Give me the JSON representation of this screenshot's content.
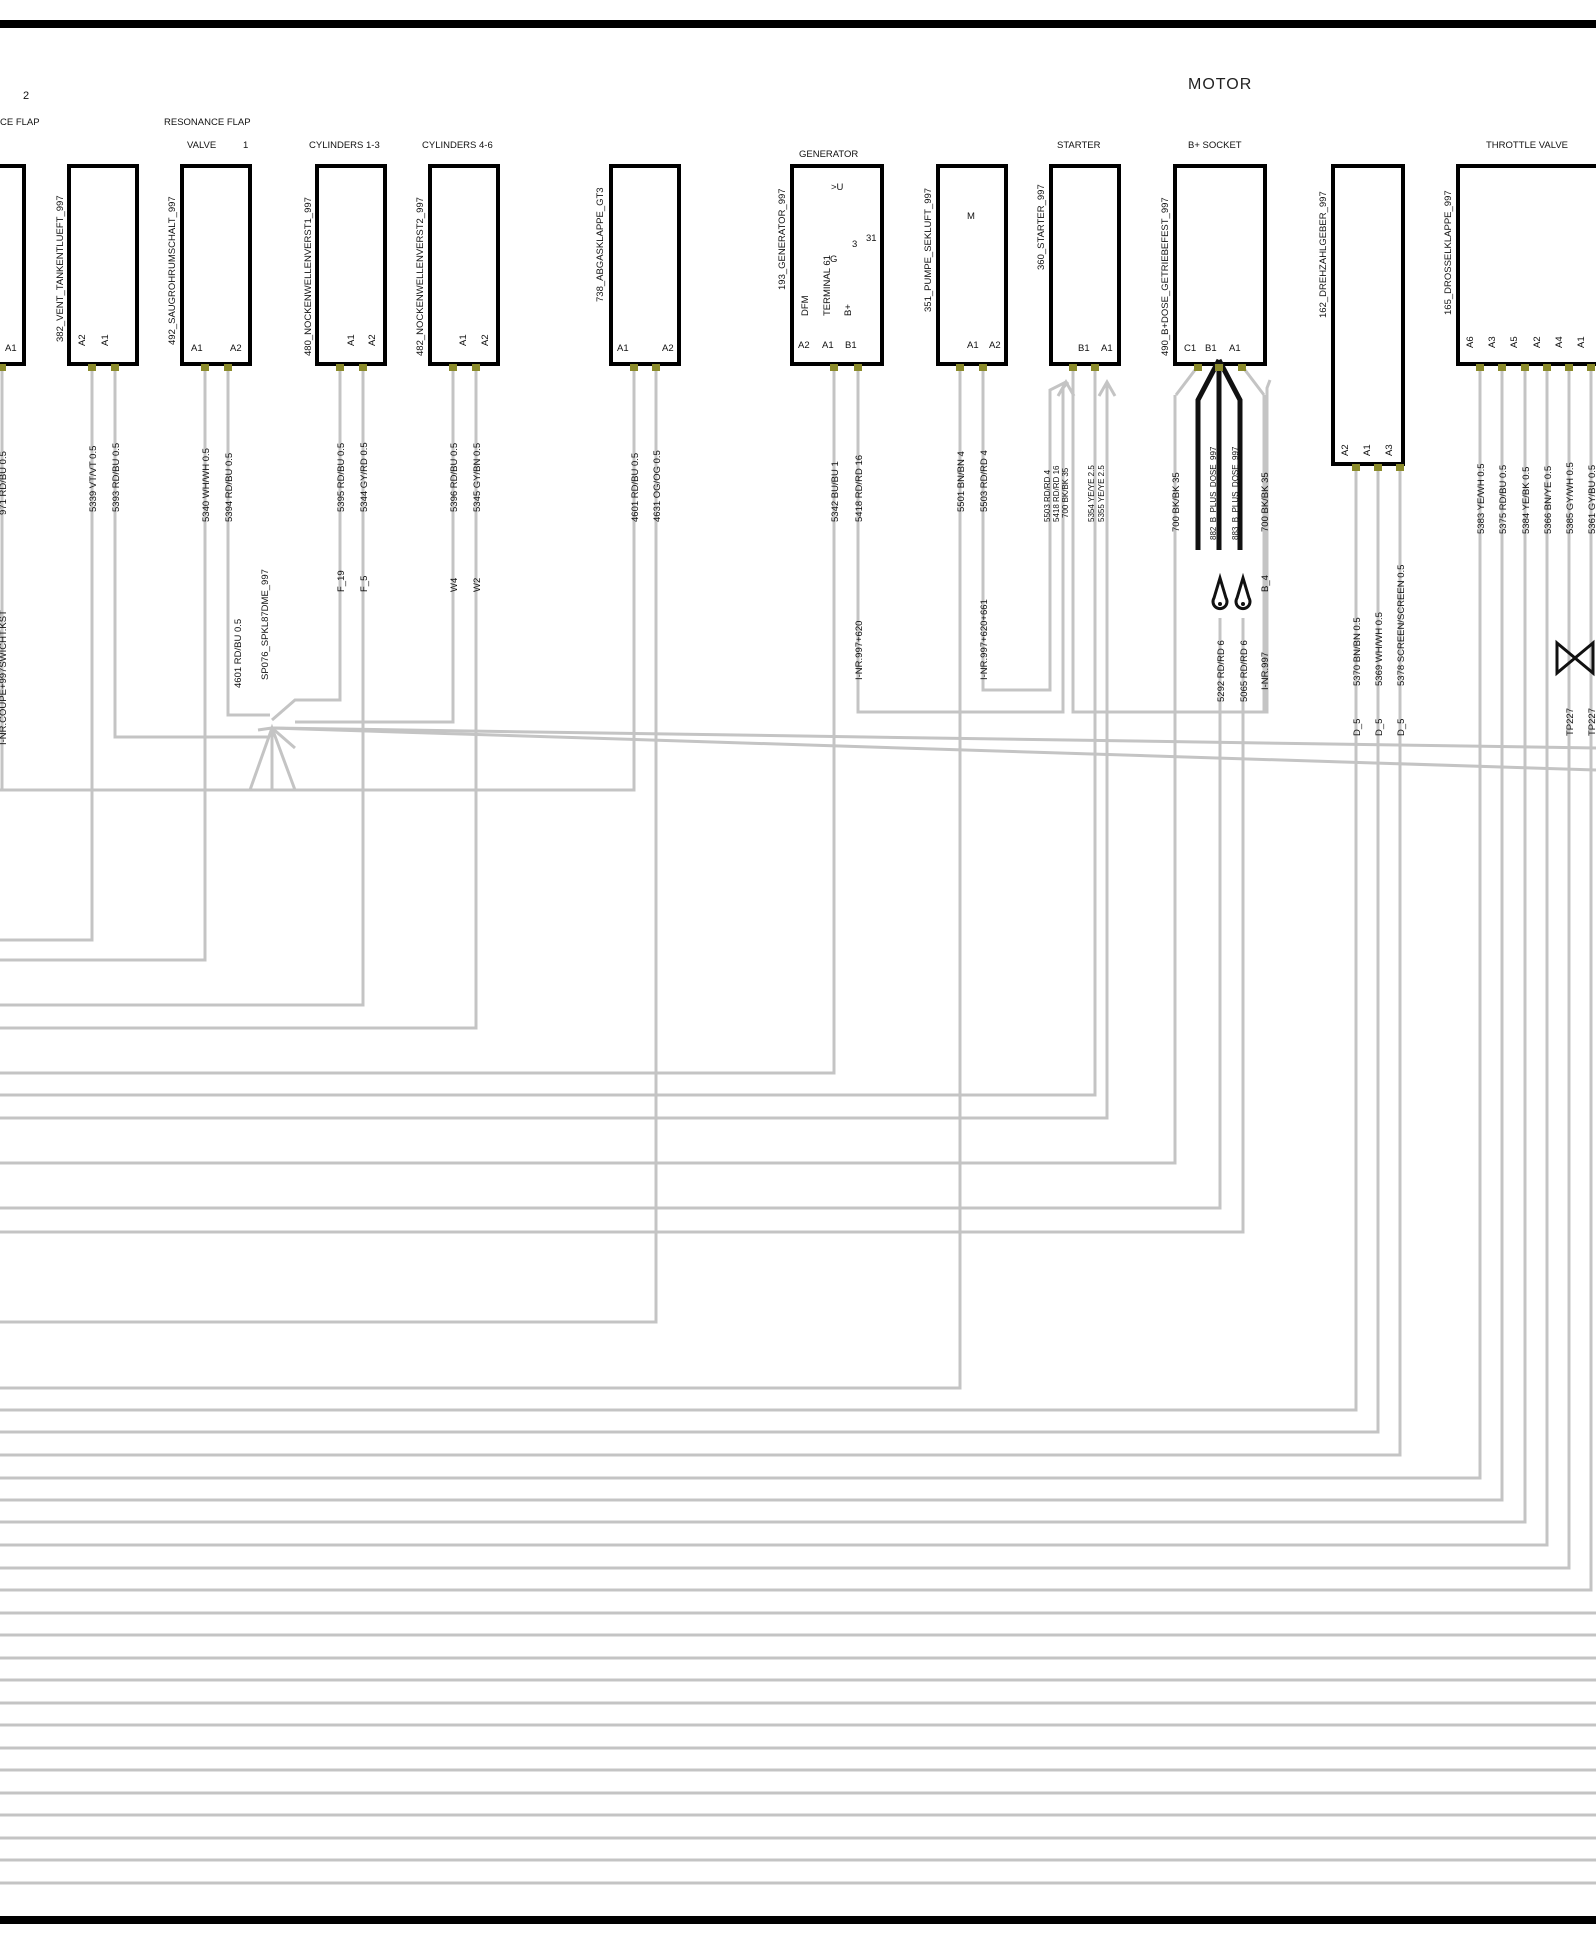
{
  "header": {
    "title": "MOTOR",
    "page_marker": "2"
  },
  "components": {
    "resonance_flap_left": {
      "label": "CE FLAP"
    },
    "vent_tank": {
      "name": "382_VENT_TANKENTLUEFT_997",
      "pins": [
        "A2",
        "A1"
      ]
    },
    "saugrohr": {
      "group": "RESONANCE FLAP",
      "sub": "VALVE",
      "num": "1",
      "name": "492_SAUGROHRUMSCHALT_997",
      "pins": [
        "A1",
        "A2"
      ]
    },
    "nocken1": {
      "label": "CYLINDERS 1-3",
      "name": "480_NOCKENWELLENVERST1_997",
      "pins": [
        "A1",
        "A2"
      ]
    },
    "nocken2": {
      "label": "CYLINDERS 4-6",
      "name": "482_NOCKENWELLENVERST2_997",
      "pins": [
        "A1",
        "A2"
      ]
    },
    "abgas": {
      "name": "738_ABGASKLAPPE_GT3",
      "pins": [
        "A1",
        "A2"
      ]
    },
    "generator": {
      "label": "GENERATOR",
      "name": "193_GENERATOR_997",
      "inner": [
        ">U",
        "3",
        "31",
        "G",
        "DFM",
        "TERMINAL 61",
        "B+"
      ],
      "pins": [
        "A2",
        "A1",
        "B1"
      ]
    },
    "pumpe": {
      "name": "351_PUMPE_SEKLUFT_997",
      "inner": "M",
      "pins": [
        "A1",
        "A2"
      ]
    },
    "starter": {
      "label": "STARTER",
      "name": "360_STARTER_997",
      "pins": [
        "B1",
        "A1"
      ]
    },
    "bsocket": {
      "label": "B+ SOCKET",
      "name": "490_B+DOSE_GETRIEBEFEST_997",
      "pins": [
        "C1",
        "B1",
        "A1"
      ]
    },
    "drehzahl": {
      "name": "162_DREHZAHLGEBER_997",
      "pins": [
        "A2",
        "A1",
        "A3"
      ]
    },
    "drossel": {
      "label": "THROTTLE VALVE",
      "name": "165_DROSSELKLAPPE_997",
      "pins": [
        "A6",
        "A3",
        "A5",
        "A2",
        "A4",
        "A1"
      ]
    }
  },
  "wires": {
    "left1": "971 RD/BU 0.5",
    "left1_dest": "I-NR.COUPE+997SWICHT.KST",
    "vent_a2": "5339 VT/VT 0.5",
    "vent_a1": "5393 RD/BU 0.5",
    "sauga1": "5340 WH/WH 0.5",
    "sauga2": "5394 RD/BU 0.5",
    "splice_wire": "4601 RD/BU 0.5",
    "splice_name": "SP076_SPKL87DME_997",
    "n1a1": "5395 RD/BU 0.5",
    "n1a2": "5344 GY/RD 0.5",
    "n1a1_dest": "F_19",
    "n1a2_dest": "F_5",
    "n2a1": "5396 RD/BU 0.5",
    "n2a2": "5345 GY/BN 0.5",
    "n2a1_dest": "W4",
    "n2a2_dest": "W2",
    "aba1": "4601 RD/BU 0.5",
    "aba2": "4631 OG/OG 0.5",
    "gena1": "5342 BU/BU 1",
    "genb1": "5418 RD/RD 16",
    "gen_dest": "I-NR.997+620",
    "pa1": "5501 BN/BN 4",
    "pa2": "5503 RD/RD 4",
    "p_dest": "I-NR.997+620+661",
    "st1": "5503 RD/RD 4",
    "st2": "5418 RD/RD 16",
    "st3": "700 BK/BK 35",
    "st4": "5354 YE/YE 2.5",
    "st5": "5355 YE/YE 2.5",
    "bs_c1": "700 BK/BK 35",
    "bs_b1a": "882_B_PLUS_DOSE_997",
    "bs_b1b": "883_B_PLUS_DOSE_997",
    "bs_a1": "700 BK/BK 35",
    "bs_a1_dest": "B_4",
    "bs_r1": "5292 RD/RD 6",
    "bs_r2": "5065 RD/RD 6",
    "bs_r3": "I-NR.997",
    "dz_a2": "5370 BN/BN 0.5",
    "dz_a1": "5369 WH/WH 0.5",
    "dz_a3": "5378 SCREEN/SCREEN 0.5",
    "dz_dest": "D_5",
    "dk_a6": "5383 YE/WH 0.5",
    "dk_a3": "5375 RD/BU 0.5",
    "dk_a5": "5384 YE/BK 0.5",
    "dk_a2": "5366 BN/YE 0.5",
    "dk_a4": "5385 GY/WH 0.5",
    "dk_a1": "5361 GY/BU 0.5",
    "dk_tp": "TP227"
  }
}
